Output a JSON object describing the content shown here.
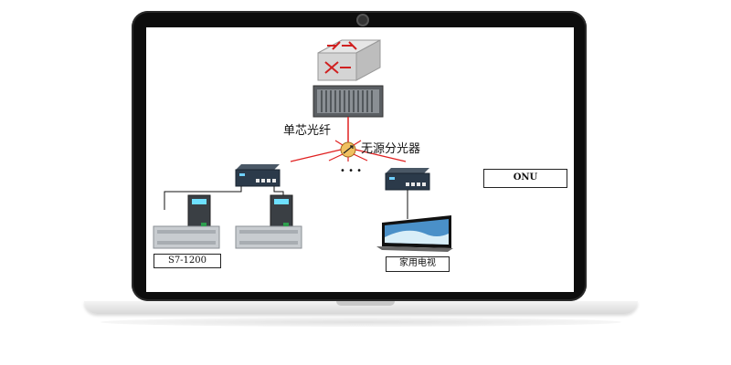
{
  "diagram": {
    "fiber_label": "单芯光纤",
    "splitter_label": "无源分光器",
    "ellipsis": "• • •",
    "onu_label": "ONU",
    "plc_label": "S7-1200",
    "tv_label": "家用电视"
  },
  "colors": {
    "fiber_line": "#e02020",
    "device_dark": "#2b3a4a",
    "plc_body": "#c8ccd0"
  },
  "icons": {
    "core_switch": "core-switch-icon",
    "olt": "olt-chassis-icon",
    "splitter": "splitter-icon",
    "onu": "onu-device-icon",
    "plc": "plc-icon",
    "tv": "tv-icon"
  }
}
